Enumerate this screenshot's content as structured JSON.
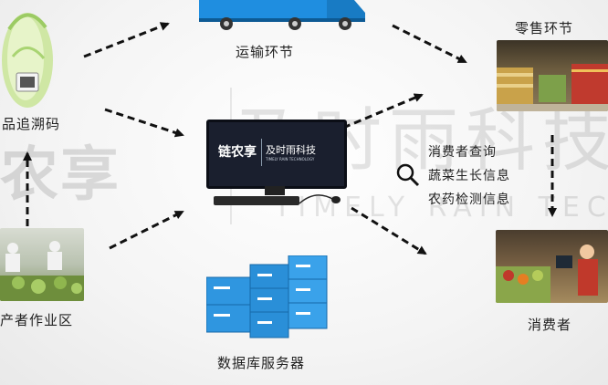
{
  "watermark": {
    "logo_text": "农享",
    "brand_cn": "及时雨科技",
    "brand_en": "TIMELY RAIN TECHNOLOGY"
  },
  "nodes": {
    "traceability": "品追溯码",
    "producer_area": "产者作业区",
    "transport": "运输环节",
    "retail": "零售环节",
    "consumer": "消费者",
    "database": "数据库服务器"
  },
  "monitor": {
    "logo": "链农享",
    "brand_cn": "及时雨科技",
    "brand_en": "TIMELY RAIN TECHNOLOGY"
  },
  "query": {
    "lines": [
      "消费者查询",
      "蔬菜生长信息",
      "农药检测信息"
    ]
  },
  "colors": {
    "arrow": "#111111",
    "server_blue": "#2a8fd8",
    "truck_blue": "#1f8ee0",
    "monitor_screen": "#1a1f2e"
  }
}
